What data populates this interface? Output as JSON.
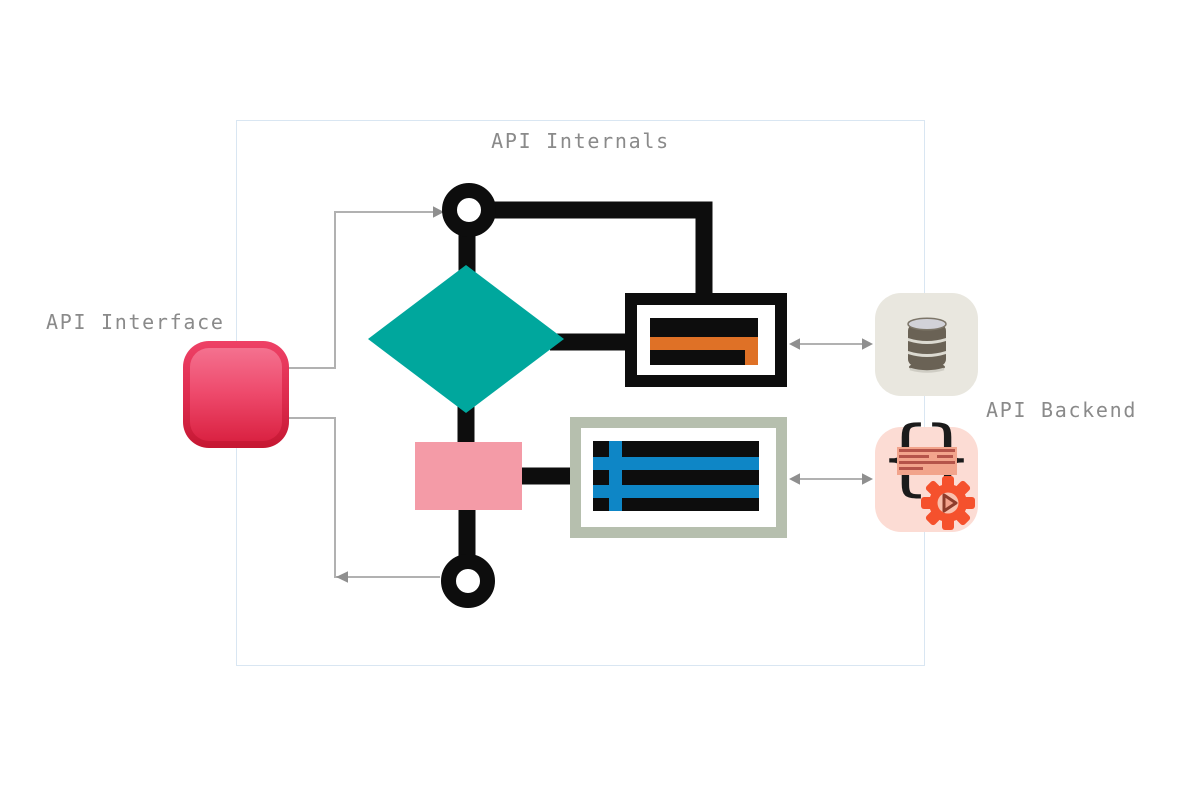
{
  "labels": {
    "internals": "API Internals",
    "interface": "API Interface",
    "backend": "API Backend"
  },
  "icons": {
    "code": {
      "left_brace": "{",
      "right_brace": "}"
    }
  },
  "colors": {
    "container_border": "#d9e6f2",
    "label_gray": "#8a8a8a",
    "flow_black": "#0d0d0d",
    "connector_gray": "#b1b1b1",
    "diamond_teal": "#00a79d",
    "process_pink": "#f49ba7",
    "form_orange": "#df7126",
    "table_blue": "#0e86c6",
    "table_border_sage": "#b6bfae",
    "interface_red_top": "#f4718f",
    "interface_red_bottom": "#c51732",
    "database_bg": "#e9e7df",
    "database_cylinder": "#6a6255",
    "code_bg": "#fcdcd4",
    "code_card_salmon": "#f2a48c",
    "code_card_lines": "#b5544a",
    "gear_orange": "#f5512d"
  },
  "diagram": {
    "container": {
      "title": "API Internals"
    },
    "nodes": [
      {
        "id": "api-interface",
        "type": "red-square-icon",
        "label": "API Interface"
      },
      {
        "id": "start-node",
        "type": "circle-terminator"
      },
      {
        "id": "decision",
        "type": "diamond"
      },
      {
        "id": "form-box",
        "type": "form-icon"
      },
      {
        "id": "process",
        "type": "pink-rectangle"
      },
      {
        "id": "table-box",
        "type": "table-icon"
      },
      {
        "id": "end-node",
        "type": "circle-terminator"
      },
      {
        "id": "database",
        "type": "database-icon",
        "label": "API Backend"
      },
      {
        "id": "backend-service",
        "type": "code-gear-icon",
        "label": "API Backend"
      }
    ],
    "edges": [
      {
        "from": "api-interface",
        "to": "start-node",
        "style": "thin-gray-arrow"
      },
      {
        "from": "start-node",
        "to": "decision",
        "style": "thick-black"
      },
      {
        "from": "start-node",
        "to": "form-box",
        "style": "thick-black"
      },
      {
        "from": "decision",
        "to": "form-box",
        "style": "thick-black"
      },
      {
        "from": "decision",
        "to": "process",
        "style": "thick-black"
      },
      {
        "from": "process",
        "to": "table-box",
        "style": "thick-black"
      },
      {
        "from": "process",
        "to": "end-node",
        "style": "thick-black"
      },
      {
        "from": "end-node",
        "to": "api-interface",
        "style": "thin-gray-arrow"
      },
      {
        "from": "form-box",
        "to": "database",
        "style": "thin-gray-double-arrow"
      },
      {
        "from": "table-box",
        "to": "backend-service",
        "style": "thin-gray-double-arrow"
      }
    ]
  }
}
